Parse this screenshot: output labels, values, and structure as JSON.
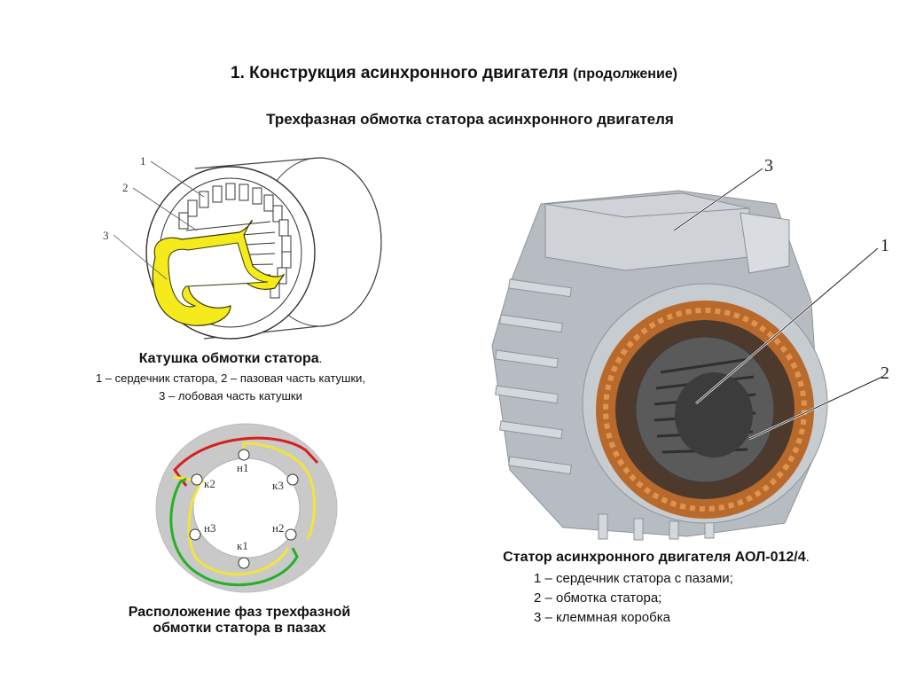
{
  "header": {
    "title": "1. Конструкция асинхронного двигателя",
    "title_suffix": "(продолжение)",
    "subtitle": "Трехфазная обмотка статора асинхронного двигателя"
  },
  "coil_figure": {
    "callouts": [
      "1",
      "2",
      "3"
    ],
    "caption_title": "Катушка обмотки статора",
    "caption_dot": ".",
    "caption_line1": "1 – сердечник статора, 2 – пазовая часть катушки,",
    "caption_line2": "3 – лобовая часть катушки"
  },
  "phase_figure": {
    "labels": {
      "n1": "н1",
      "k1": "к1",
      "n2": "н2",
      "k2": "к2",
      "n3": "н3",
      "k3": "к3"
    },
    "caption_line1": "Расположение фаз трехфазной",
    "caption_line2": "обмотки статора в пазах",
    "colors": {
      "phase_red": "#d81e1e",
      "phase_yellow": "#f2e43a",
      "phase_green": "#26b026",
      "ring": "#c9c9c9"
    }
  },
  "stator_photo": {
    "callouts": [
      "1",
      "2",
      "3"
    ],
    "caption_title": "Статор асинхронного двигателя АОЛ-012/4",
    "caption_dot": ".",
    "caption_items": [
      "1 – сердечник статора с пазами;",
      "2 – обмотка статора;",
      "3 – клеммная коробка"
    ]
  }
}
